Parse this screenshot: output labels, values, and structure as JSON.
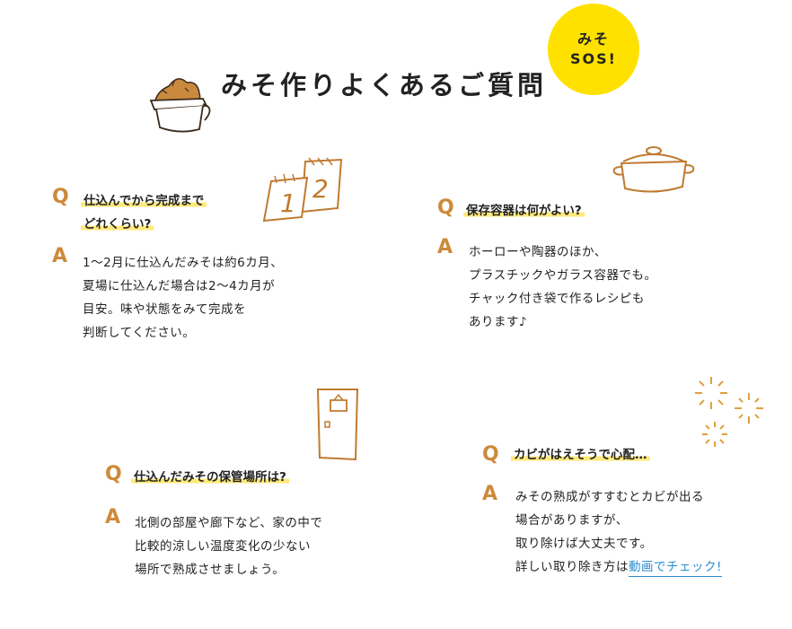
{
  "header": {
    "title": "みそ作りよくあるご質問",
    "badge_line1": "みそ",
    "badge_line2": "SOS!"
  },
  "q_label": "Q",
  "a_label": "A",
  "faq": [
    {
      "question_lines": [
        "仕込んでから完成まで",
        "どれくらい?"
      ],
      "answer_lines": [
        "1〜2月に仕込んだみそは約6カ月、",
        "夏場に仕込んだ場合は2〜4カ月が",
        "目安。味や状態をみて完成を",
        "判断してください。"
      ]
    },
    {
      "question_lines": [
        "保存容器は何がよい?"
      ],
      "answer_lines": [
        "ホーローや陶器のほか、",
        "プラスチックやガラス容器でも。",
        "チャック付き袋で作るレシピも",
        "あります♪"
      ]
    },
    {
      "question_lines": [
        "仕込んだみその保管場所は?"
      ],
      "answer_lines": [
        "北側の部屋や廊下など、家の中で",
        "比較的涼しい温度変化の少ない",
        "場所で熟成させましょう。"
      ]
    },
    {
      "question_lines": [
        "カビがはえそうで心配…"
      ],
      "answer_lines": [
        "みその熟成がすすむとカビが出る",
        "場合がありますが、",
        "取り除けば大丈夫です。"
      ],
      "answer_last_prefix": "詳しい取り除き方は",
      "answer_link": "動画でチェック!"
    }
  ],
  "calendar_numbers": [
    "1",
    "2"
  ],
  "colors": {
    "accent_orange": "#cd8a3a",
    "badge_yellow": "#ffe100",
    "highlight_yellow": "#ffe97a",
    "link_blue": "#2a8bd0"
  },
  "icons": [
    "miso-container-icon",
    "calendar-icon",
    "pot-icon",
    "door-icon",
    "sparkle-icon"
  ]
}
